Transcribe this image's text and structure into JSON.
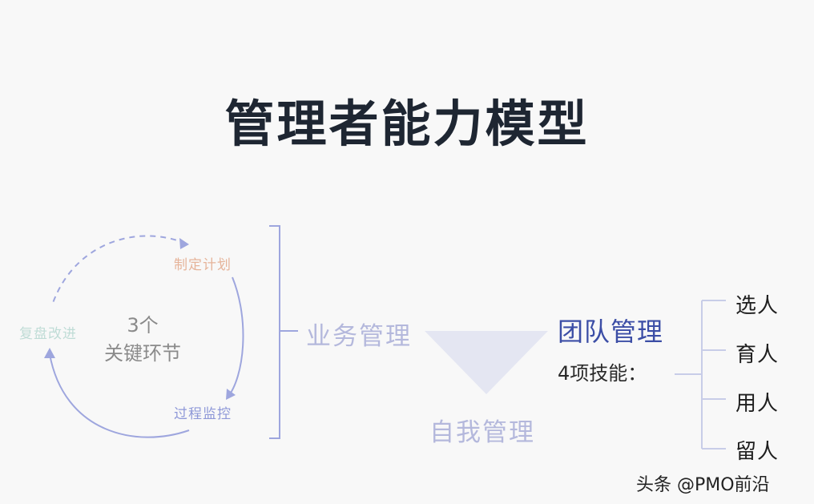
{
  "title": "管理者能力模型",
  "cycle": {
    "center_line1": "3个",
    "center_line2": "关键环节",
    "steps": [
      {
        "label": "制定计划",
        "color": "#e6b49a"
      },
      {
        "label": "过程监控",
        "color": "#8e98d8"
      },
      {
        "label": "复盘改进",
        "color": "#bfdcd6"
      }
    ]
  },
  "business": "业务管理",
  "self": "自我管理",
  "team": {
    "title": "团队管理",
    "subtitle": "4项技能："
  },
  "skills": [
    "选人",
    "育人",
    "用人",
    "留人"
  ],
  "watermark": "头条 @PMO前沿"
}
